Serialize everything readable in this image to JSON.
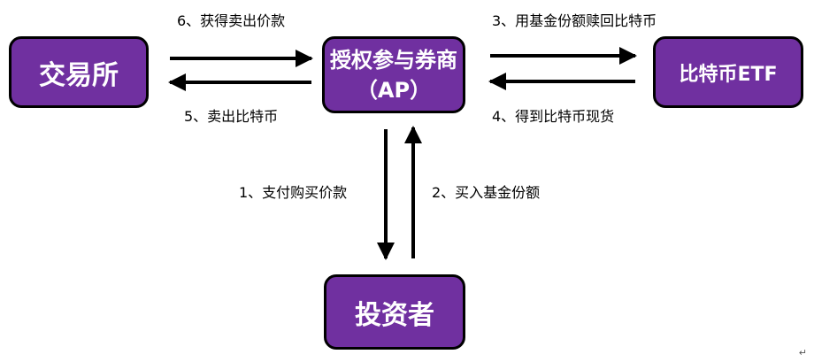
{
  "nodes": {
    "exchange": "交易所",
    "ap": "授权参与券商（AP）",
    "etf": "比特币ETF",
    "investor": "投资者"
  },
  "edges": {
    "pay": "1、支付购买价款",
    "buy_shares": "2、买入基金份额",
    "redeem": "3、用基金份额赎回比特币",
    "receive_btc": "4、得到比特币现货",
    "sell_btc": "5、卖出比特币",
    "proceeds": "6、获得卖出价款"
  },
  "corner_mark": "↵",
  "colors": {
    "node_fill": "#7030a0",
    "node_border": "#000000",
    "node_text": "#ffffff",
    "arrow": "#000000"
  }
}
